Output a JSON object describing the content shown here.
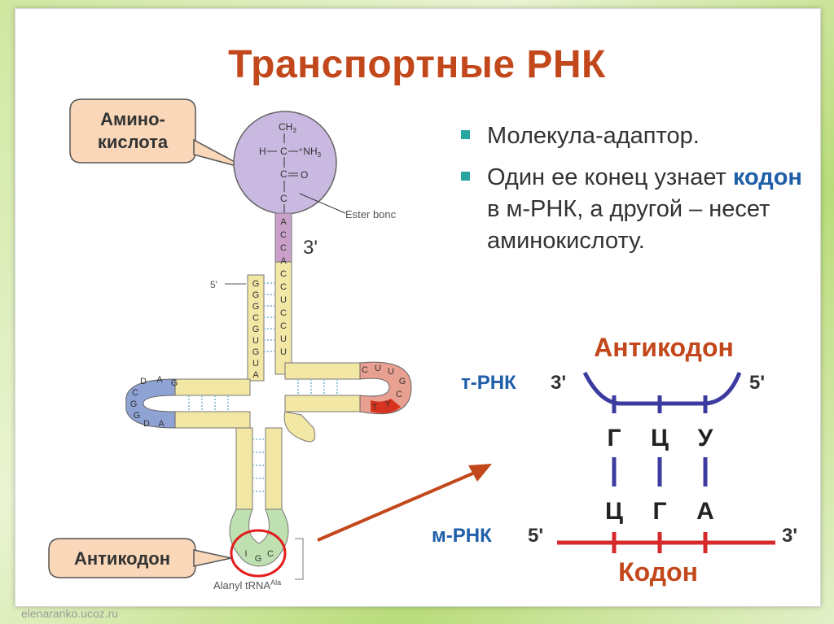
{
  "title": "Транспортные РНК",
  "bullets": [
    {
      "text": "Молекула-адаптор."
    },
    {
      "pre": "Один ее конец узнает ",
      "highlight": "кодон",
      "post": " в м-РНК, а другой – несет аминокислоту."
    }
  ],
  "trna": {
    "callout_amino_line1": "Амино-",
    "callout_amino_line2": "кислота",
    "callout_anticodon": "Антикодон",
    "amino_ch3": "CH",
    "amino_ch3_sub": "3",
    "amino_h": "H",
    "amino_c": "C",
    "amino_nh3": "⁺NH",
    "amino_nh3_sub": "3",
    "amino_o": "O",
    "ester_bond": "Ester bonc",
    "three_prime": "3'",
    "five_prime": "5'",
    "caption": "Alanyl tRNA",
    "caption_sup": "Ala",
    "acceptor_bases": [
      "A",
      "C",
      "C",
      "A",
      "C",
      "C",
      "U",
      "C",
      "C",
      "U",
      "U"
    ],
    "left_bases": [
      "G",
      "G",
      "G",
      "C",
      "G",
      "U",
      "G",
      "U",
      "A"
    ],
    "d_loop_bases": [
      "D",
      "A",
      "G",
      "C",
      "G",
      "G",
      "D",
      "A"
    ],
    "t_loop_bases": [
      "C",
      "U",
      "U",
      "G",
      "C",
      "Y",
      "T"
    ],
    "anticodon_bases": [
      "I",
      "G",
      "C"
    ]
  },
  "codon_diagram": {
    "anticodon_title": "Антикодон",
    "codon_title": "Кодон",
    "trna_label": "т-РНК",
    "mrna_label": "м-РНК",
    "trna_3": "3'",
    "trna_5": "5'",
    "mrna_5": "5'",
    "mrna_3": "3'",
    "anticodon_letters": [
      "Г",
      "Ц",
      "У"
    ],
    "codon_letters": [
      "Ц",
      "Г",
      "А"
    ],
    "colors": {
      "trna": "#3c3ca0",
      "mrna": "#d62a2a",
      "title": "#c2481b",
      "label": "#1f5ea8"
    }
  },
  "watermark": "elenaranko.ucoz.ru"
}
